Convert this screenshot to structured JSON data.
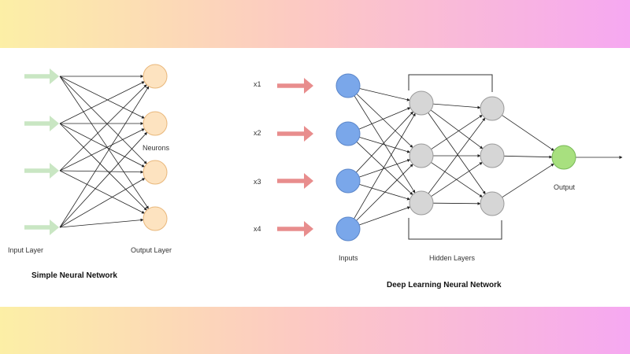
{
  "simple": {
    "title": "Simple Neural Network",
    "input_label": "Input Layer",
    "output_label": "Output Layer",
    "neurons_label": "Neurons"
  },
  "deep": {
    "title": "Deep Learning Neural Network",
    "inputs_label": "Inputs",
    "hidden_label": "Hidden Layers",
    "output_label": "Output",
    "input_names": [
      "x1",
      "x2",
      "x3",
      "x4"
    ]
  },
  "colors": {
    "arrow_green": "#c9e6c3",
    "arrow_red": "#e88d8d",
    "neuron_orange": "#fde3c0",
    "neuron_orange_stroke": "#e9b77b",
    "neuron_blue": "#7aa7ea",
    "neuron_blue_stroke": "#5b86c9",
    "neuron_gray": "#d6d6d6",
    "neuron_gray_stroke": "#9a9a9a",
    "neuron_green": "#a8e07f",
    "neuron_green_stroke": "#78b857"
  }
}
